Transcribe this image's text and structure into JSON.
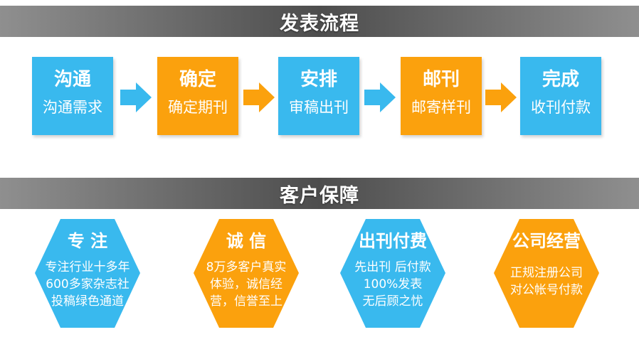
{
  "process": {
    "title": "发表流程",
    "steps": [
      {
        "title": "沟通",
        "subtitle": "沟通需求",
        "color": "#39b9ee"
      },
      {
        "title": "确定",
        "subtitle": "确定期刊",
        "color": "#fba10d"
      },
      {
        "title": "安排",
        "subtitle": "审稿出刊",
        "color": "#39b9ee"
      },
      {
        "title": "邮刊",
        "subtitle": "邮寄样刊",
        "color": "#fba10d"
      },
      {
        "title": "完成",
        "subtitle": "收刊付款",
        "color": "#39b9ee"
      }
    ],
    "arrow_colors": [
      "#39b9ee",
      "#fba10d",
      "#39b9ee",
      "#fba10d"
    ]
  },
  "guarantee": {
    "title": "客户保障",
    "items": [
      {
        "title": "专 注",
        "lines": [
          "专注行业十多年",
          "600多家杂志社",
          "投稿绿色通道"
        ],
        "color": "#39b9ee"
      },
      {
        "title": "诚 信",
        "lines": [
          "8万多客户真实",
          "体验，诚信经",
          "营，信誉至上"
        ],
        "color": "#fba10d"
      },
      {
        "title": "出刊付费",
        "lines": [
          "先出刊 后付款",
          "100%发表",
          "无后顾之忧"
        ],
        "color": "#39b9ee"
      },
      {
        "title": "公司经营",
        "lines": [
          "正规注册公司",
          "对公帐号付款"
        ],
        "color": "#fba10d"
      }
    ]
  },
  "colors": {
    "blue": "#39b9ee",
    "orange": "#fba10d",
    "banner_dark": "#4d4d4d",
    "banner_light": "#8f8f8f"
  }
}
